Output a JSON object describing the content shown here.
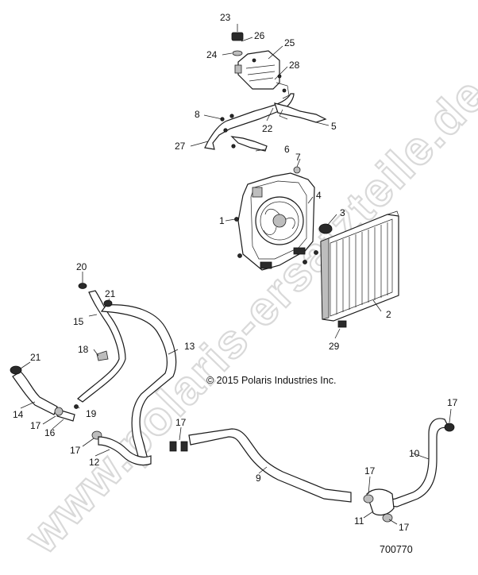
{
  "diagram": {
    "copyright": "© 2015 Polaris Industries Inc.",
    "diagram_number": "700770",
    "watermark": "www.polaris-ersatzteile.de",
    "callouts": [
      {
        "id": "c1",
        "label": "1"
      },
      {
        "id": "c2",
        "label": "2"
      },
      {
        "id": "c3",
        "label": "3"
      },
      {
        "id": "c4",
        "label": "4"
      },
      {
        "id": "c5",
        "label": "5"
      },
      {
        "id": "c6",
        "label": "6"
      },
      {
        "id": "c7",
        "label": "7"
      },
      {
        "id": "c8",
        "label": "8"
      },
      {
        "id": "c9",
        "label": "9"
      },
      {
        "id": "c10",
        "label": "10"
      },
      {
        "id": "c11",
        "label": "11"
      },
      {
        "id": "c12",
        "label": "12"
      },
      {
        "id": "c13",
        "label": "13"
      },
      {
        "id": "c14",
        "label": "14"
      },
      {
        "id": "c15",
        "label": "15"
      },
      {
        "id": "c16",
        "label": "16"
      },
      {
        "id": "c17a",
        "label": "17"
      },
      {
        "id": "c17b",
        "label": "17"
      },
      {
        "id": "c17c",
        "label": "17"
      },
      {
        "id": "c17d",
        "label": "17"
      },
      {
        "id": "c17e",
        "label": "17"
      },
      {
        "id": "c17f",
        "label": "17"
      },
      {
        "id": "c18",
        "label": "18"
      },
      {
        "id": "c19",
        "label": "19"
      },
      {
        "id": "c20",
        "label": "20"
      },
      {
        "id": "c21a",
        "label": "21"
      },
      {
        "id": "c21b",
        "label": "21"
      },
      {
        "id": "c22",
        "label": "22"
      },
      {
        "id": "c23",
        "label": "23"
      },
      {
        "id": "c24",
        "label": "24"
      },
      {
        "id": "c25",
        "label": "25"
      },
      {
        "id": "c26",
        "label": "26"
      },
      {
        "id": "c27",
        "label": "27"
      },
      {
        "id": "c28",
        "label": "28"
      },
      {
        "id": "c29",
        "label": "29"
      }
    ]
  }
}
